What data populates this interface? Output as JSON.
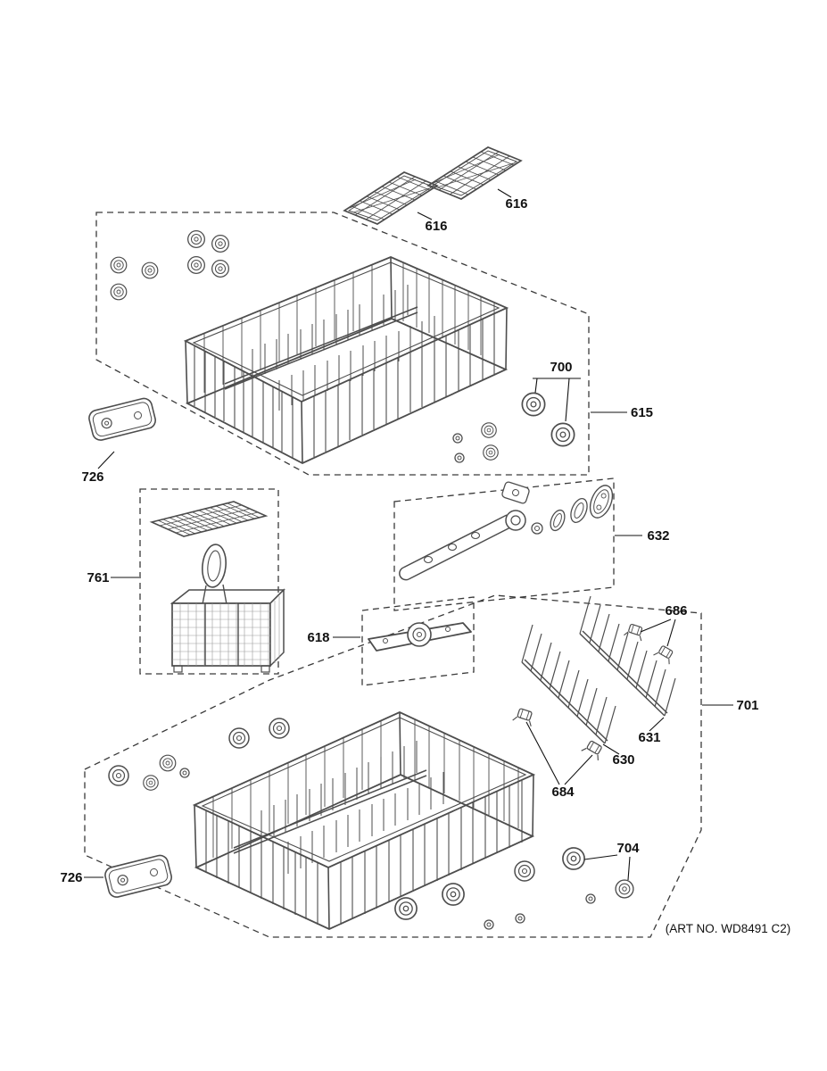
{
  "diagram": {
    "art_no": "(ART NO. WD8491 C2)",
    "labels": {
      "part_616_a": "616",
      "part_616_b": "616",
      "part_615": "615",
      "part_700": "700",
      "part_726_top": "726",
      "part_761": "761",
      "part_632": "632",
      "part_618": "618",
      "part_686": "686",
      "part_701": "701",
      "part_631": "631",
      "part_630": "630",
      "part_684": "684",
      "part_704": "704",
      "part_726_bottom": "726"
    }
  }
}
